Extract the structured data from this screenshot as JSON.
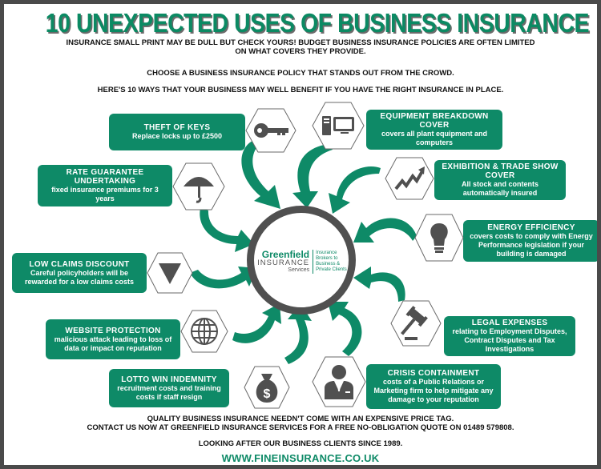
{
  "header": {
    "title": "10 UNEXPECTED USES OF BUSINESS INSURANCE",
    "intro_line1": "INSURANCE SMALL PRINT MAY BE DULL BUT CHECK YOURS!  BUDGET BUSINESS INSURANCE POLICIES ARE OFTEN LIMITED",
    "intro_line1b": "ON WHAT COVERS THEY PROVIDE.",
    "intro_line2": "CHOOSE A BUSINESS INSURANCE POLICY THAT STANDS OUT FROM THE CROWD.",
    "intro_line3": "HERE'S 10 WAYS THAT YOUR BUSINESS MAY WELL BENEFIT IF YOU HAVE THE RIGHT INSURANCE IN PLACE."
  },
  "colors": {
    "brand_green": "#0e8a67",
    "icon_gray": "#505050",
    "frame": "#4a4a4a"
  },
  "logo": {
    "name": "Greenfield",
    "insurance": "INSURANCE",
    "services": "Services",
    "tagline_1": "Insurance",
    "tagline_2": "Brokers to",
    "tagline_3": "Business &",
    "tagline_4": "Private Clients"
  },
  "items": [
    {
      "title": "THEFT OF KEYS",
      "desc": "Replace locks up to £2500",
      "icon": "key-icon"
    },
    {
      "title": "EQUIPMENT BREAKDOWN COVER",
      "desc": "covers all plant equipment and computers",
      "icon": "computer-icon"
    },
    {
      "title": "RATE GUARANTEE UNDERTAKING",
      "desc": "fixed insurance premiums for 3 years",
      "icon": "umbrella-icon"
    },
    {
      "title": "EXHIBITION & TRADE SHOW COVER",
      "desc": "All stock and contents automatically insured",
      "icon": "trend-up-icon"
    },
    {
      "title": "ENERGY EFFICIENCY",
      "desc": "covers costs to comply with Energy Performance legislation if your building is damaged",
      "icon": "lightbulb-icon"
    },
    {
      "title": "LOW CLAIMS DISCOUNT",
      "desc": "Careful policyholders will be rewarded for a low claims costs",
      "icon": "down-triangle-icon"
    },
    {
      "title": "LEGAL EXPENSES",
      "desc": "relating to Employment Disputes, Contract Disputes and Tax Investigations",
      "icon": "gavel-icon"
    },
    {
      "title": "WEBSITE PROTECTION",
      "desc": "malicious attack leading to loss of data or impact on reputation",
      "icon": "globe-icon"
    },
    {
      "title": "LOTTO WIN INDEMNITY",
      "desc": "recruitment costs and training costs if staff resign",
      "icon": "money-bag-icon"
    },
    {
      "title": "CRISIS CONTAINMENT",
      "desc": "costs of a Public Relations or Marketing firm to help mitigate any damage to your reputation",
      "icon": "businessman-icon"
    }
  ],
  "footer": {
    "line1": "QUALITY BUSINESS INSURANCE NEEDN'T COME WITH AN EXPENSIVE PRICE TAG.",
    "line2": "CONTACT US NOW AT GREENFIELD INSURANCE SERVICES FOR A FREE NO-OBLIGATION QUOTE ON 01489 579808.",
    "line3": "LOOKING AFTER OUR BUSINESS CLIENTS SINCE 1989.",
    "website": "WWW.FINEINSURANCE.CO.UK"
  }
}
